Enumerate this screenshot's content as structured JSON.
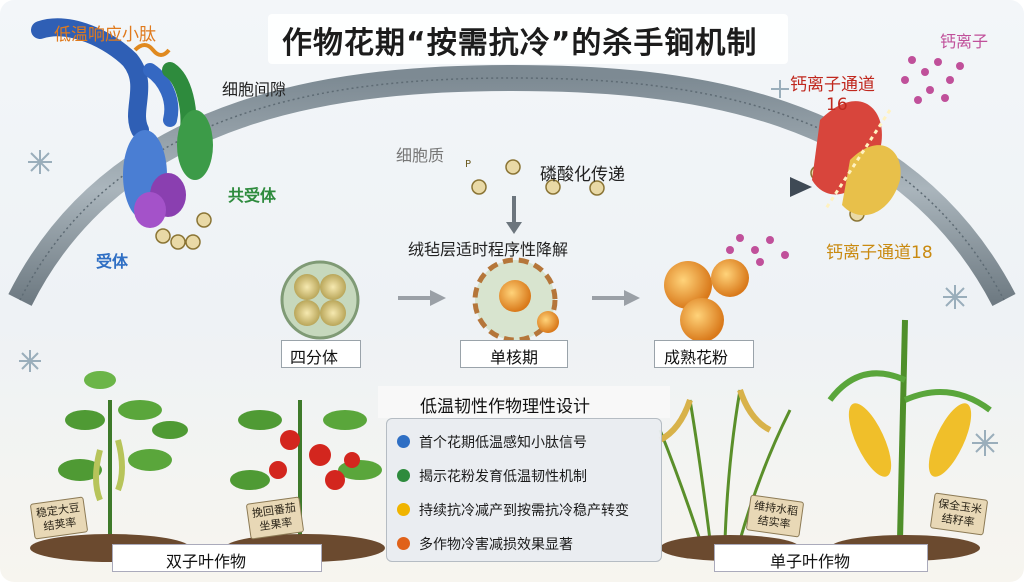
{
  "title": "作物花期“按需抗冷”的杀手锏机制",
  "labels": {
    "peptide": "低温响应小肽",
    "intercellular": "细胞间隙",
    "cytoplasm": "细胞质",
    "coreceptor": "共受体",
    "receptor": "受体",
    "phospho": "磷酸化传递",
    "calcium_ion": "钙离子",
    "channel16_line1": "钙离子通道",
    "channel16_line2": "16",
    "channel18": "钙离子通道18",
    "tapetum": "绒毡层适时程序性降解",
    "phospho_mark": "P"
  },
  "stages": [
    "四分体",
    "单核期",
    "成熟花粉"
  ],
  "design_title": "低温韧性作物理性设计",
  "legend": [
    {
      "text": "首个花期低温感知小肽信号",
      "color": "#2f6fc4"
    },
    {
      "text": "揭示花粉发育低温韧性机制",
      "color": "#2e8b3d"
    },
    {
      "text": "持续抗冷减产到按需抗冷稳产转变",
      "color": "#f0b400"
    },
    {
      "text": "多作物冷害减损效果显著",
      "color": "#e0621a"
    }
  ],
  "tags": {
    "soy": [
      "稳定大豆",
      "结荚率"
    ],
    "tomato": [
      "挽回番茄",
      "坐果率"
    ],
    "rice": [
      "维持水稻",
      "结实率"
    ],
    "corn": [
      "保全玉米",
      "结籽率"
    ]
  },
  "groups": {
    "dicot": "双子叶作物",
    "monocot": "单子叶作物"
  }
}
